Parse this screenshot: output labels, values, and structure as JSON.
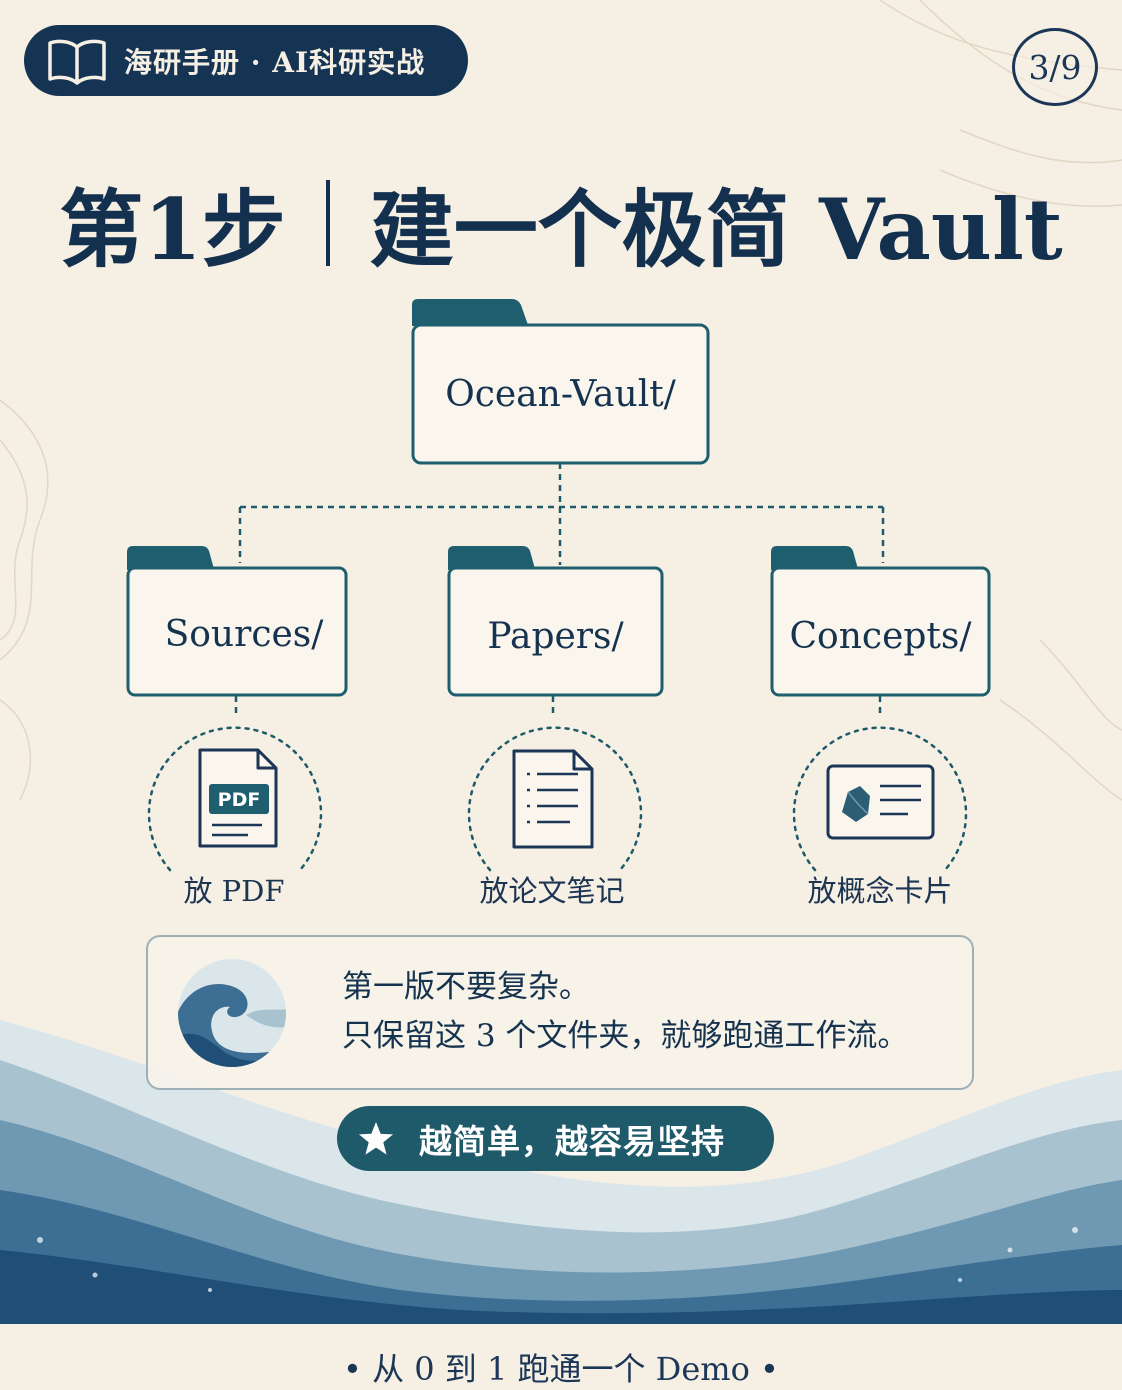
{
  "header": {
    "brand": "海研手册 · AI科研实战",
    "page_indicator": "3/9"
  },
  "title": {
    "step": "第1步",
    "text": "建一个极简 Vault"
  },
  "tree": {
    "root": "Ocean-Vault/",
    "children": [
      {
        "folder": "Sources/",
        "icon": "pdf-file-icon",
        "icon_text": "PDF",
        "caption": "放 PDF"
      },
      {
        "folder": "Papers/",
        "icon": "notes-document-icon",
        "caption": "放论文笔记"
      },
      {
        "folder": "Concepts/",
        "icon": "concept-card-icon",
        "caption": "放概念卡片"
      }
    ]
  },
  "note": {
    "line1": "第一版不要复杂。",
    "line2": "只保留这 3 个文件夹，就够跑通工作流。"
  },
  "tip": {
    "text": "越简单，越容易坚持"
  },
  "footer": {
    "text": "• 从 0 到 1 跑通一个 Demo •"
  },
  "colors": {
    "navy": "#153454",
    "teal": "#1f5a6a",
    "folder_tab": "#1f5e6e",
    "background": "#f6efe4"
  }
}
